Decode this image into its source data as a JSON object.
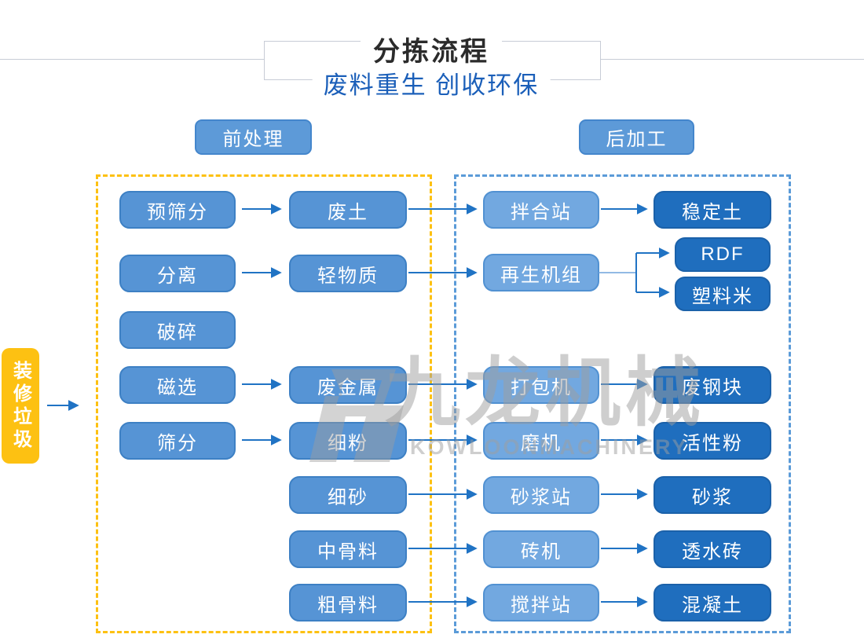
{
  "header": {
    "title": "分拣流程",
    "subtitle": "废料重生 创收环保"
  },
  "sections": {
    "pre": "前处理",
    "post": "后加工"
  },
  "source_label": "装修垃圾",
  "watermark": {
    "cn": "九龙机械",
    "en": "KOWLOONMACHINERY"
  },
  "flow": {
    "col1": [
      "预筛分",
      "分离",
      "破碎",
      "磁选",
      "筛分"
    ],
    "col2": [
      "废土",
      "轻物质",
      "废金属",
      "细粉",
      "细砂",
      "中骨料",
      "粗骨料"
    ],
    "col3": [
      "拌合站",
      "再生机组",
      "打包机",
      "磨机",
      "砂浆站",
      "砖机",
      "搅拌站"
    ],
    "col4": [
      "稳定土",
      "RDF",
      "塑料米",
      "废钢块",
      "活性粉",
      "砂浆",
      "透水砖",
      "混凝土"
    ]
  },
  "colors": {
    "node_light_blue": "#5694d5",
    "node_medium_blue": "#72a8e0",
    "node_dark_blue": "#1f6ebe",
    "zone_yellow_dash": "#fdc112",
    "zone_blue_dash": "#5b9bd8",
    "source_yellow": "#fdc112",
    "arrow_blue": "#2073c4",
    "title_black": "#2b2b2b",
    "subtitle_blue": "#1b5fb9"
  }
}
